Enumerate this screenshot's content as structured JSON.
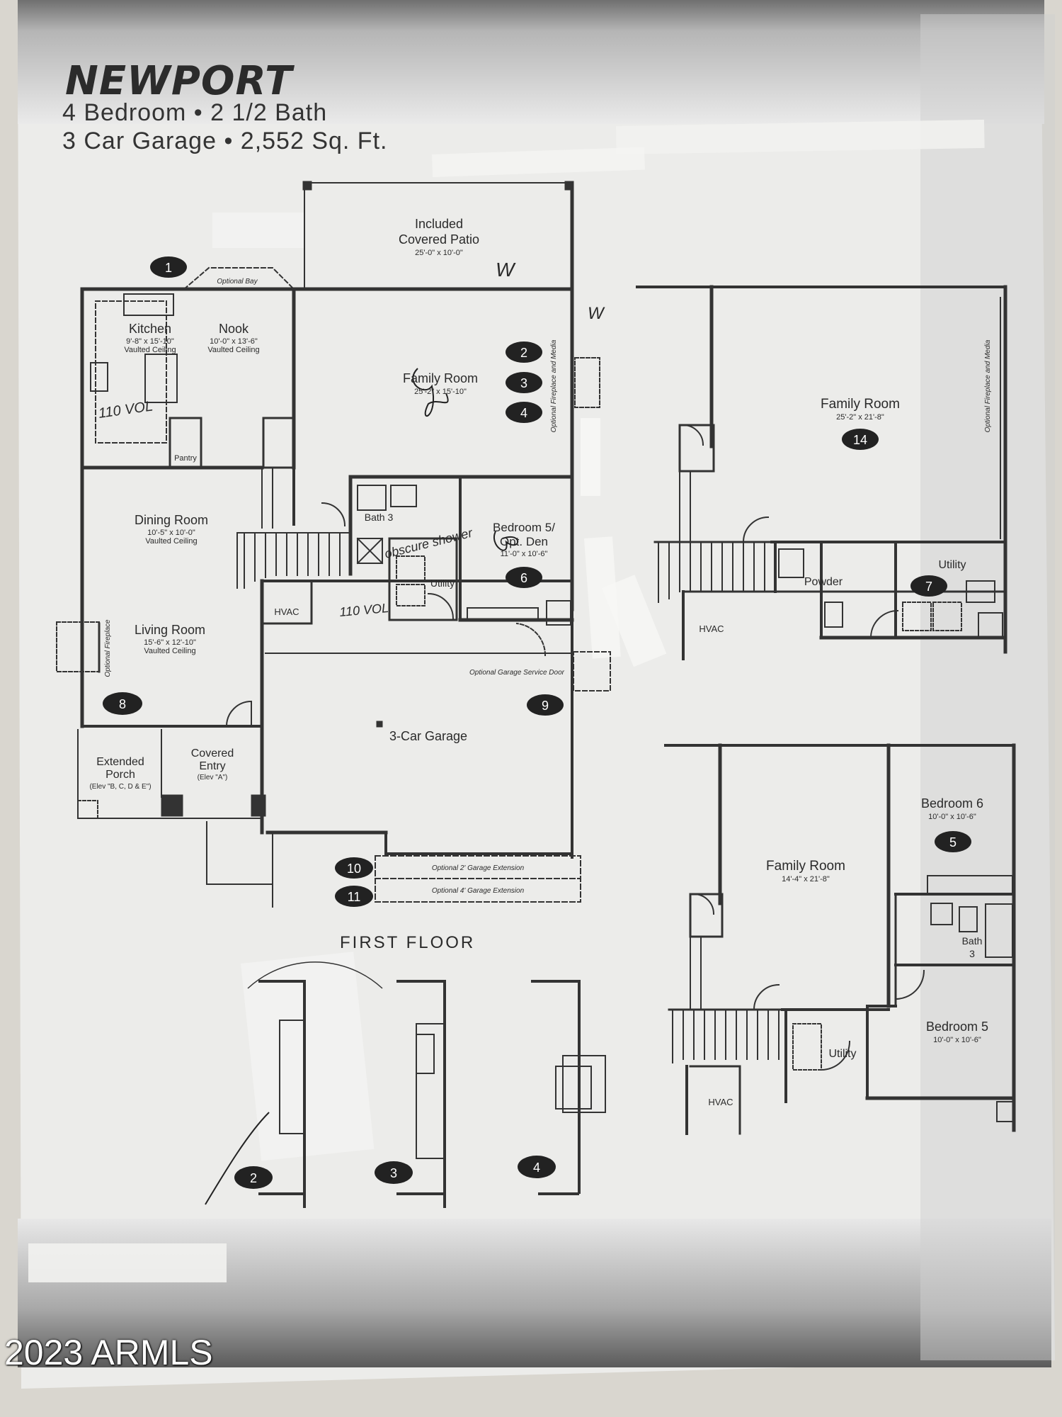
{
  "plan": {
    "title": "NEWPORT",
    "subtitle_1": "4 Bedroom • 2 1/2 Bath",
    "subtitle_2": "3 Car Garage • 2,552 Sq. Ft.",
    "first_floor_label": "FIRST FLOOR"
  },
  "rooms": {
    "patio": {
      "name_1": "Included",
      "name_2": "Covered Patio",
      "dim": "25'-0\" x 10'-0\""
    },
    "optional_bay": "Optional Bay",
    "kitchen": {
      "name": "Kitchen",
      "dim": "9'-8\" x 15'-10\"",
      "note": "Vaulted Ceiling"
    },
    "nook": {
      "name": "Nook",
      "dim": "10'-0\" x 13'-6\"",
      "note": "Vaulted Ceiling"
    },
    "pantry": "Pantry",
    "family": {
      "name": "Family Room",
      "dim": "25'-2\" x 15'-10\""
    },
    "fireplace_media": "Optional Fireplace and Media",
    "dining": {
      "name": "Dining Room",
      "dim": "10'-5\" x 10'-0\"",
      "note": "Vaulted Ceiling"
    },
    "living": {
      "name": "Living Room",
      "dim": "15'-6\" x 12'-10\"",
      "note": "Vaulted Ceiling"
    },
    "optional_fireplace": "Optional Fireplace",
    "bath3": "Bath 3",
    "bedroom5": {
      "name_1": "Bedroom 5/",
      "name_2": "Opt. Den",
      "dim": "11'-0\" x 10'-6\""
    },
    "utility": "Utility",
    "hvac": "HVAC",
    "garage": "3-Car Garage",
    "garage_door": "Optional Garage Service Door",
    "porch": {
      "name_1": "Extended",
      "name_2": "Porch",
      "note": "(Elev \"B, C, D & E\")"
    },
    "entry": {
      "name_1": "Covered",
      "name_2": "Entry",
      "note": "(Elev \"A\")"
    },
    "ext2": "Optional 2' Garage Extension",
    "ext4": "Optional 4' Garage Extension"
  },
  "handwritten": {
    "w1": "W",
    "w2": "W",
    "vol110a": "110 VOL",
    "vol110b": "110 VOL",
    "shower": "obscure shower"
  },
  "alt_a": {
    "family": {
      "name": "Family Room",
      "dim": "25'-2\" x 21'-8\""
    },
    "fireplace_media": "Optional Fireplace and Media",
    "powder": "Powder",
    "utility": "Utility",
    "hvac": "HVAC"
  },
  "alt_b": {
    "family": {
      "name": "Family Room",
      "dim": "14'-4\" x 21'-8\""
    },
    "bedroom6": {
      "name": "Bedroom 6",
      "dim": "10'-0\" x 10'-6\""
    },
    "bath3_1": "Bath",
    "bath3_2": "3",
    "bedroom5": {
      "name": "Bedroom 5",
      "dim": "10'-0\" x 10'-6\""
    },
    "utility": "Utility",
    "hvac": "HVAC"
  },
  "badges": {
    "b1": "1",
    "b2": "2",
    "b3": "3",
    "b4": "4",
    "b6": "6",
    "b7": "7",
    "b8": "8",
    "b9": "9",
    "b10": "10",
    "b11": "11",
    "b14": "14",
    "b5": "5",
    "m2": "2",
    "m3": "3",
    "m4": "4"
  },
  "watermark": "2023 ARMLS",
  "colors": {
    "paper": "#ececea",
    "ink": "#2a2a2a",
    "wall": "#333333",
    "badge": "#222222",
    "background": "#d9d6cf"
  }
}
